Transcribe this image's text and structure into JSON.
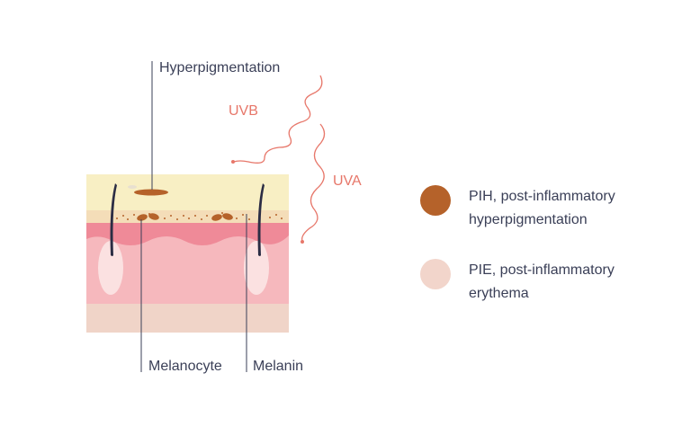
{
  "labels": {
    "hyperpigmentation": "Hyperpigmentation",
    "melanocyte": "Melanocyte",
    "melanin": "Melanin",
    "uvb": "UVB",
    "uva": "UVA"
  },
  "legend": [
    {
      "text": "PIH, post-inflammatory hyperpigmentation",
      "color": "#b5622a"
    },
    {
      "text": "PIE, post-inflammatory erythema",
      "color": "#f2d5cb"
    }
  ],
  "colors": {
    "epidermis": "#f8efc4",
    "basal_layer": "#f4ddb8",
    "dermis_top": "#ef8a98",
    "dermis": "#f6b8bd",
    "hypodermis": "#f0d4c8",
    "uv_ray": "#e7776a",
    "melanin": "#b5622a",
    "hair": "#2b2d44",
    "follicle": "#fbe1e1",
    "pointer": "#3a3f57"
  }
}
